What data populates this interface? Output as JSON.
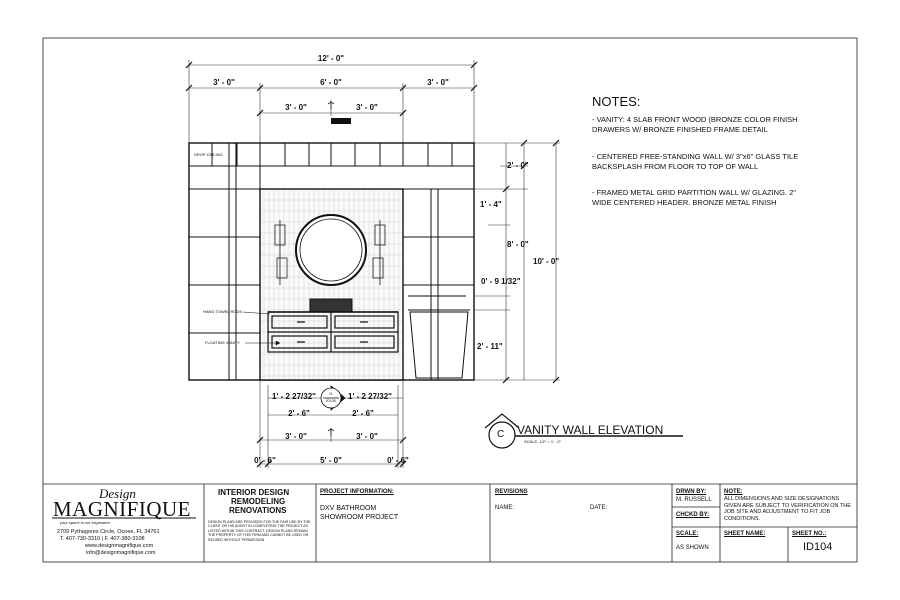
{
  "dimensions": {
    "overall_width": "12' - 0\"",
    "left_bay": "3' - 0\"",
    "center_bay": "6' - 0\"",
    "right_bay": "3' - 0\"",
    "cl_left": "3' - 0\"",
    "cl_right": "3' - 0\"",
    "top_band": "2' - 0\"",
    "mirror_offset": "1' - 4\"",
    "panel_height": "8' - 0\"",
    "overall_height": "10' - 0\"",
    "bar_height": "0' - 9 1/32\"",
    "vanity_height": "2' - 11\"",
    "section_left": "1' - 2 27/32\"",
    "section_right": "1' - 2 27/32\"",
    "half_left": "2' - 6\"",
    "half_right": "2' - 6\"",
    "bottom_cl_left": "3' - 0\"",
    "bottom_cl_right": "3' - 0\"",
    "edge_left": "0' - 6\"",
    "bottom_center": "5' - 0\"",
    "edge_right": "0' - 6\""
  },
  "annotations": {
    "drop_ceiling": "DROP CEILING",
    "hand_towel_rods": "HAND TOWEL RODS",
    "floating_vanity": "FLOATING VANITY"
  },
  "section_marker": {
    "id": "D",
    "sheet": "ID105"
  },
  "notes": {
    "title": "NOTES:",
    "items": [
      "- VANITY: 4 SLAB FRONT WOOD (BRONZE COLOR FINISH DRAWERS W/ BRONZE FINISHED FRAME DETAIL",
      "- CENTERED FREE-STANDING WALL W/ 3\"x6\" GLASS TILE BACKSPLASH FROM FLOOR TO TOP OF WALL",
      "- FRAMED METAL GRID PARTITION WALL W/ GLAZING. 2\" WIDE CENTERED HEADER. BRONZE METAL FINISH"
    ]
  },
  "view_title": {
    "letter": "C",
    "title": "VANITY WALL ELEVATION",
    "scale": "SCALE: 1/2\" = 1' - 0\""
  },
  "title_block": {
    "logo_top": "Design",
    "logo_main": "MAGNIFIQUE",
    "tagline": "your space is our inspiration",
    "address": "2709 Pythagores Circle, Ocoee, FL 34761",
    "phone": "T. 407-730-3310 | F. 407-380-3108",
    "website": "www.designmagnifique.com",
    "email": "info@designmagnifique.com",
    "services": [
      "INTERIOR DESIGN",
      "REMODELING",
      "RENOVATIONS"
    ],
    "disclaimer": "DESIGN PLANS ARE PROVIDED FOR THE FAIR USE BY THE CLIENT OR HIS AGENT IN COMPLETING THE PROJECT AS LISTED WITHIN THIS CONTRACT. DESIGN PLANS REMAIN THE PROPERTY OF THIS FIRM AND CANNOT BE USED OR REUSED WITHOUT PERMISSION.",
    "project_info_label": "PROJECT INFORMATION:",
    "project_name_1": "DXV BATHROOM",
    "project_name_2": "SHOWROOM PROJECT",
    "revisions_label": "REVISIONS",
    "name_label": "NAME:",
    "date_label": "DATE:",
    "drawn_by_label": "DRWN BY:",
    "drawn_by": "M. RUSSELL",
    "checked_by_label": "CHCKD BY:",
    "scale_label": "SCALE:",
    "scale_value": "AS SHOWN",
    "sheet_name_label": "SHEET NAME:",
    "note_label": "NOTE:",
    "note_text": "ALL DIMENSIONS AND SIZE DESIGNATIONS GIVEN ARE SUBJECT TO VERIFICATION ON THE JOB SITE AND ADJUSTMENT TO FIT JOB CONDITIONS.",
    "sheet_no_label": "SHEET NO.:",
    "sheet_no": "ID104"
  }
}
